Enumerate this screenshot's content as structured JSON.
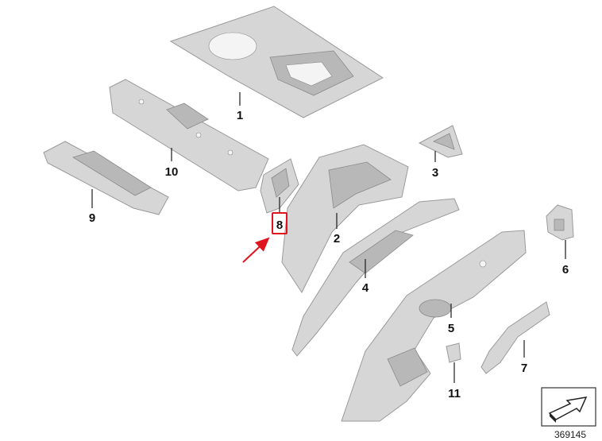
{
  "diagram": {
    "callouts": [
      "1",
      "2",
      "3",
      "4",
      "5",
      "6",
      "7",
      "8",
      "9",
      "10",
      "11"
    ],
    "highlighted_callout": "8",
    "highlight_color": "#e0141e",
    "catalog_number": "369145"
  }
}
